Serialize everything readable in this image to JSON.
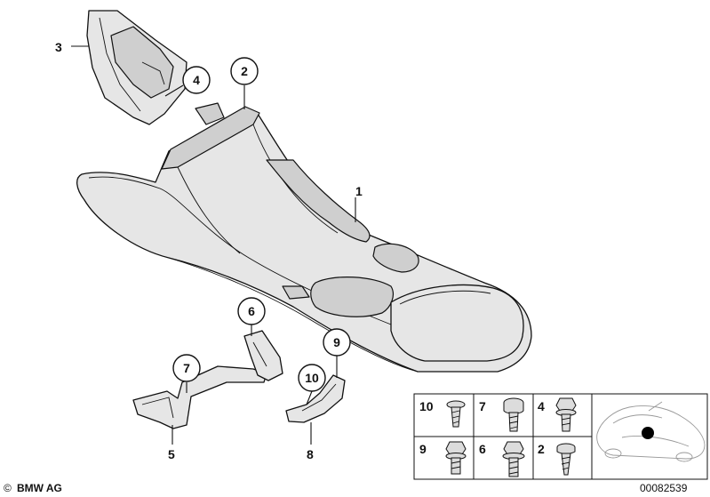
{
  "callouts": {
    "c1": "1",
    "c2": "2",
    "c3": "3",
    "c4": "4",
    "c5": "5",
    "c6": "6",
    "c7": "7",
    "c8": "8",
    "c9": "9",
    "c10": "10"
  },
  "fasteners": [
    {
      "label": "10"
    },
    {
      "label": "7"
    },
    {
      "label": "4"
    },
    {
      "label": "9"
    },
    {
      "label": "6"
    },
    {
      "label": "2"
    }
  ],
  "footer": {
    "brand": "BMW AG",
    "copyright_symbol": "©",
    "diagram_id": "00082539"
  }
}
